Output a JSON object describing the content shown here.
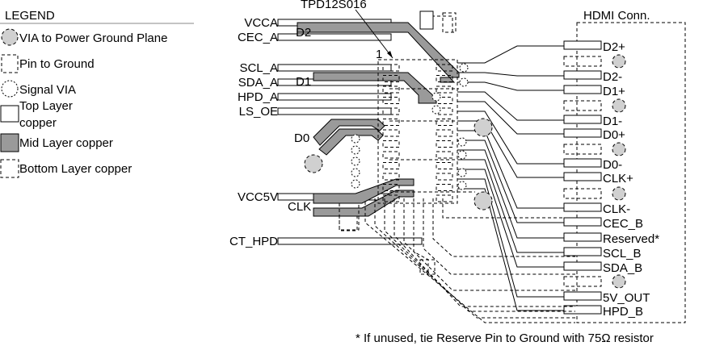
{
  "legend": {
    "title": "LEGEND",
    "items": [
      {
        "label": "VIA to Power Ground Plane",
        "icon": "power-via-icon"
      },
      {
        "label": "Pin to Ground",
        "icon": "ground-pin-icon"
      },
      {
        "label": "Signal VIA",
        "icon": "signal-via-icon"
      },
      {
        "label": "Top Layer",
        "label2": "copper",
        "icon": "top-layer-icon"
      },
      {
        "label": "Mid Layer copper",
        "icon": "mid-layer-icon"
      },
      {
        "label": "Bottom Layer copper",
        "icon": "bottom-layer-icon"
      }
    ]
  },
  "chip": {
    "name": "TPD12S016",
    "pin1": "1"
  },
  "left_pins": [
    "VCCA",
    "CEC_A",
    "SCL_A",
    "SDA_A",
    "HPD_A",
    "LS_OE",
    "VCC5V",
    "CT_HPD"
  ],
  "pair_labels": [
    "D2",
    "D1",
    "D0",
    "CLK"
  ],
  "connector": {
    "title": "HDMI Conn.",
    "pins": [
      "D2+",
      "D2-",
      "D1+",
      "D1-",
      "D0+",
      "D0-",
      "CLK+",
      "CLK-",
      "CEC_B",
      "Reserved*",
      "SCL_B",
      "SDA_B",
      "5V_OUT",
      "HPD_B"
    ]
  },
  "footnote": "* If unused, tie Reserve Pin to Ground with 75Ω resistor"
}
